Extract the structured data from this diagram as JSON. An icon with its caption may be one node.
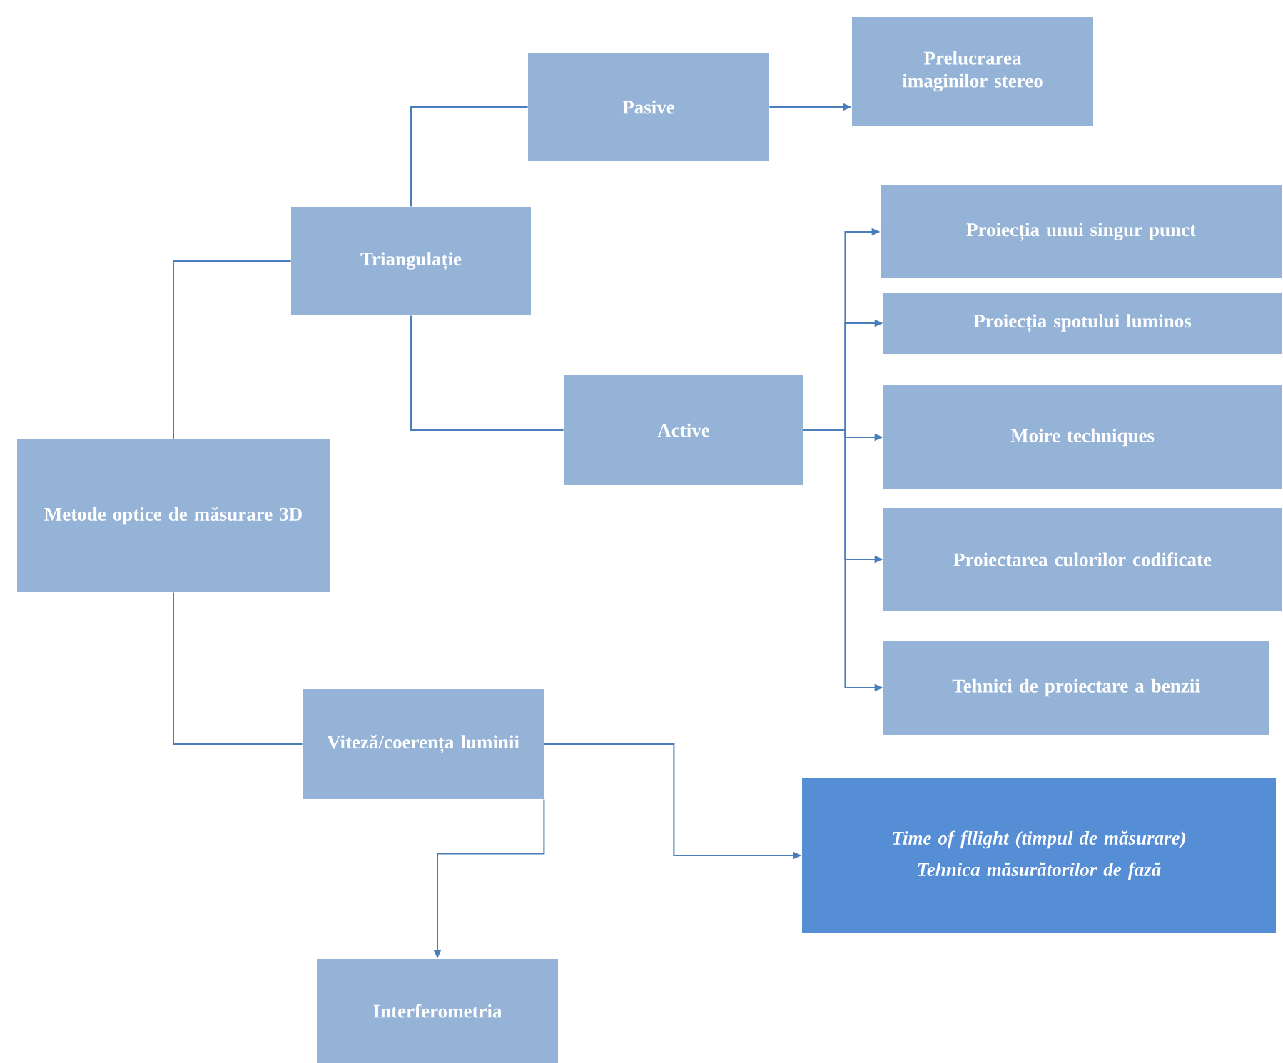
{
  "diagram": {
    "nodes": [
      {
        "text": [
          "Metode optice de măsurare 3D"
        ]
      },
      {
        "text": [
          "Triangulație"
        ]
      },
      {
        "text": [
          "Pasive"
        ]
      },
      {
        "text": [
          "Prelucrarea imaginilor stereo"
        ]
      },
      {
        "text": [
          "Active"
        ]
      },
      {
        "text": [
          "Proiecția unui singur punct"
        ]
      },
      {
        "text": [
          "Proiecția  spotului luminos"
        ]
      },
      {
        "text": [
          "Moire techniques"
        ]
      },
      {
        "text": [
          "Proiectarea culorilor codificate"
        ]
      },
      {
        "text": [
          "Tehnici de proiectare a benzii"
        ]
      },
      {
        "text": [
          "Viteză/coerența luminii"
        ]
      },
      {
        "text": [
          "Time of fllight (timpul de măsurare)",
          "Tehnica măsurătorilor de fază"
        ]
      },
      {
        "text": [
          "Interferometria"
        ]
      }
    ],
    "edges": [
      {
        "from": 0,
        "to": 1,
        "arrow": "none"
      },
      {
        "from": 1,
        "to": 2,
        "arrow": "none"
      },
      {
        "from": 2,
        "to": 3,
        "arrow": "to"
      },
      {
        "from": 1,
        "to": 4,
        "arrow": "none"
      },
      {
        "from": 4,
        "to": 5,
        "arrow": "to"
      },
      {
        "from": 4,
        "to": 6,
        "arrow": "to"
      },
      {
        "from": 4,
        "to": 7,
        "arrow": "to"
      },
      {
        "from": 4,
        "to": 8,
        "arrow": "to"
      },
      {
        "from": 4,
        "to": 9,
        "arrow": "to"
      },
      {
        "from": 0,
        "to": 10,
        "arrow": "none"
      },
      {
        "from": 10,
        "to": 11,
        "arrow": "to"
      },
      {
        "from": 10,
        "to": 12,
        "arrow": "to"
      }
    ]
  }
}
